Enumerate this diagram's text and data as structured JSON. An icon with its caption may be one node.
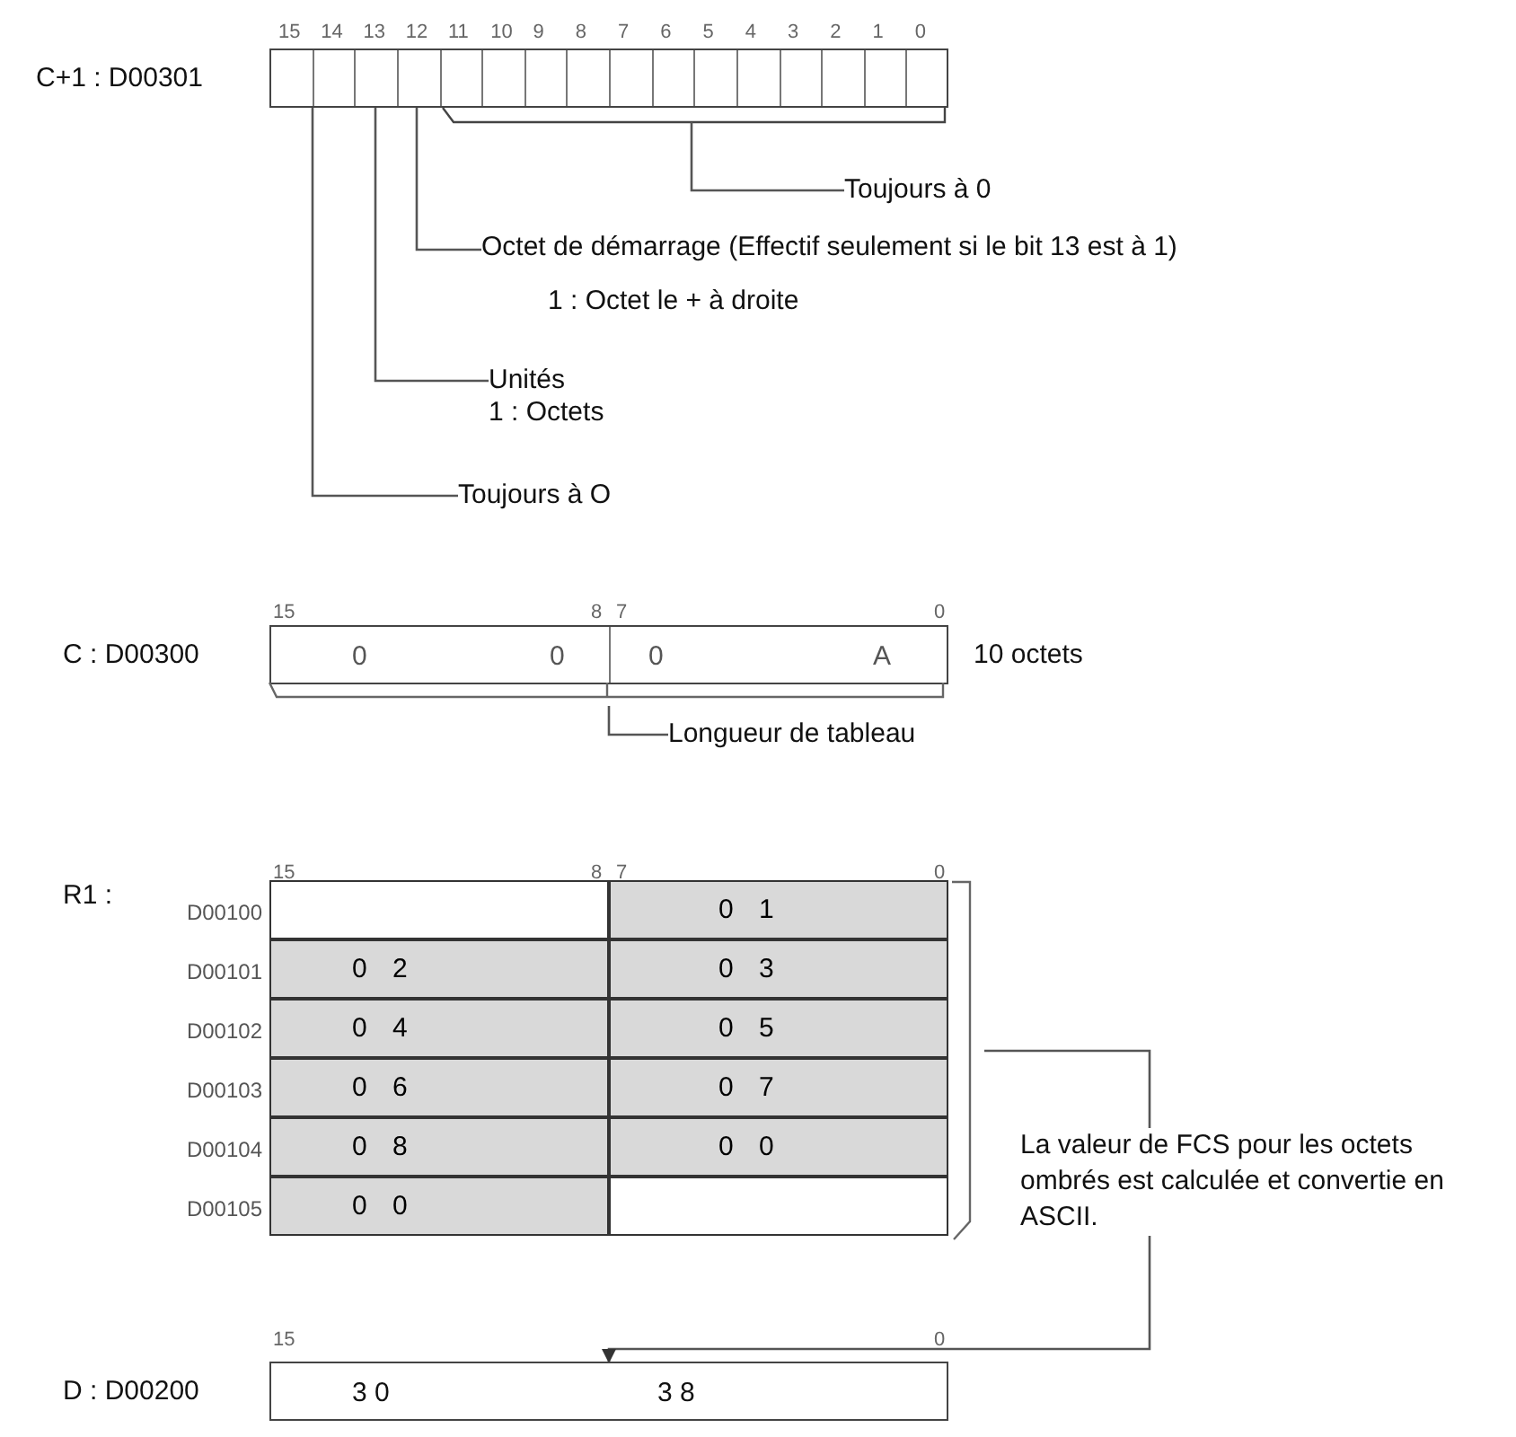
{
  "diagram": {
    "nodes": [
      {
        "text": [
          "C+1 : D00301"
        ]
      },
      {
        "text": [
          "Toujours à 0"
        ]
      },
      {
        "text": [
          "Octet de démarrage (Effectif seulement si le bit 13 est à 1)",
          "1 : Octet le + à droite"
        ]
      },
      {
        "text": [
          "Unités",
          "1 : Octets"
        ]
      },
      {
        "text": [
          "Toujours à O"
        ]
      },
      {
        "text": [
          "C : D00300",
          "0",
          "0",
          "0",
          "A"
        ],
        "beside": [
          "10 octets"
        ]
      },
      {
        "text": [
          "Longueur de tableau"
        ]
      },
      {
        "text": [
          "R1 :"
        ]
      },
      {
        "text": [
          "D00100",
          "0 1"
        ],
        "in": 7
      },
      {
        "text": [
          "D00101",
          "0 2",
          "0 3"
        ],
        "in": 7
      },
      {
        "text": [
          "D00102",
          "0 4",
          "0 5"
        ],
        "in": 7
      },
      {
        "text": [
          "D00103",
          "0 6",
          "0 7"
        ],
        "in": 7
      },
      {
        "text": [
          "D00104",
          "0 8",
          "0 0"
        ],
        "in": 7
      },
      {
        "text": [
          "D00105",
          "0 0"
        ],
        "in": 7
      },
      {
        "text": [
          "La valeur de FCS pour les octets ombrés est calculée et convertie en ASCII."
        ]
      },
      {
        "text": [
          "D : D00200",
          "3 0",
          "3 8"
        ]
      }
    ],
    "edges": [
      {
        "from": 1,
        "to": 0,
        "arrow": "none"
      },
      {
        "from": 2,
        "to": 0,
        "arrow": "none"
      },
      {
        "from": 3,
        "to": 0,
        "arrow": "none"
      },
      {
        "from": 4,
        "to": 0,
        "arrow": "none"
      },
      {
        "from": 6,
        "to": 5,
        "arrow": "none"
      },
      {
        "from": 7,
        "to": 14,
        "arrow": "none"
      },
      {
        "from": 14,
        "to": 15,
        "arrow": "to"
      }
    ],
    "labels": [
      "15",
      "14",
      "13",
      "12",
      "11",
      "10",
      "9",
      "8",
      "7",
      "6",
      "5",
      "4",
      "3",
      "2",
      "1",
      "0",
      "15",
      "8",
      "7",
      "0",
      "15",
      "8",
      "7",
      "0",
      "15",
      "0"
    ]
  }
}
